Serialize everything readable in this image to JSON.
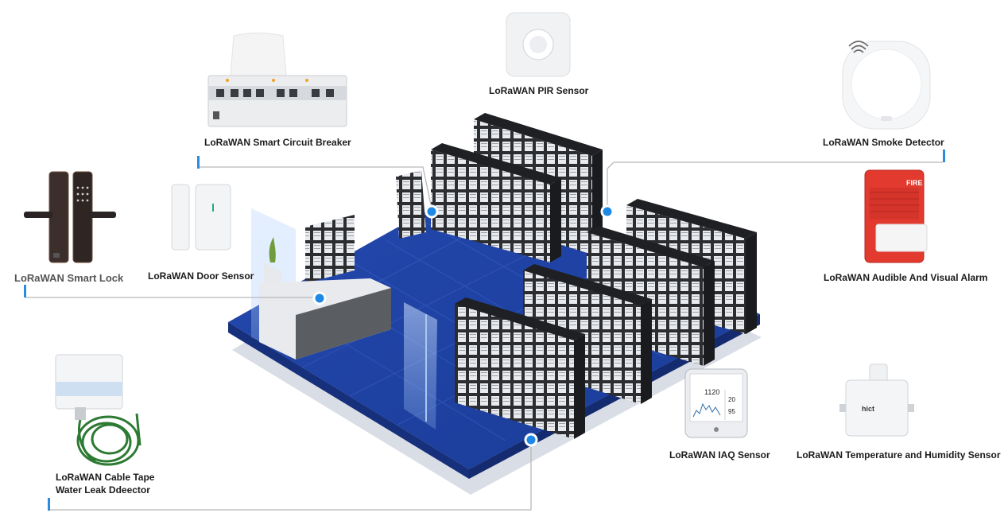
{
  "colors": {
    "floor": "#1f3f9e",
    "floor_edge": "#1a3486",
    "rack": "#2b2d31",
    "accent": "#2a8be0",
    "connector": "#b8b8b8"
  },
  "devices": [
    {
      "id": "pir",
      "label": "LoRaWAN PIR Sensor",
      "icon": "pir-sensor-icon"
    },
    {
      "id": "breaker",
      "label": "LoRaWAN Smart Circuit Breaker",
      "icon": "circuit-breaker-icon"
    },
    {
      "id": "smoke",
      "label": "LoRaWAN Smoke Detector",
      "icon": "smoke-detector-icon"
    },
    {
      "id": "lock",
      "label": "LoRaWAN Smart Lock",
      "icon": "smart-lock-icon"
    },
    {
      "id": "door",
      "label": "LoRaWAN Door Sensor",
      "icon": "door-sensor-icon"
    },
    {
      "id": "alarm",
      "label": "LoRaWAN Audible And Visual Alarm",
      "icon": "alarm-icon"
    },
    {
      "id": "leak",
      "label": "LoRaWAN Cable Tape Water Leak Ddeector",
      "icon": "water-leak-detector-icon"
    },
    {
      "id": "iaq",
      "label": "LoRaWAN IAQ Sensor",
      "icon": "iaq-sensor-icon"
    },
    {
      "id": "th",
      "label": "LoRaWAN Temperature and Humidity Sensor",
      "icon": "temp-humidity-sensor-icon"
    }
  ],
  "device_text": {
    "alarm_fire": "FIRE",
    "iaq_value": "1120",
    "iaq_small_1": "20",
    "iaq_small_2": "95",
    "th_brand": "hict"
  }
}
